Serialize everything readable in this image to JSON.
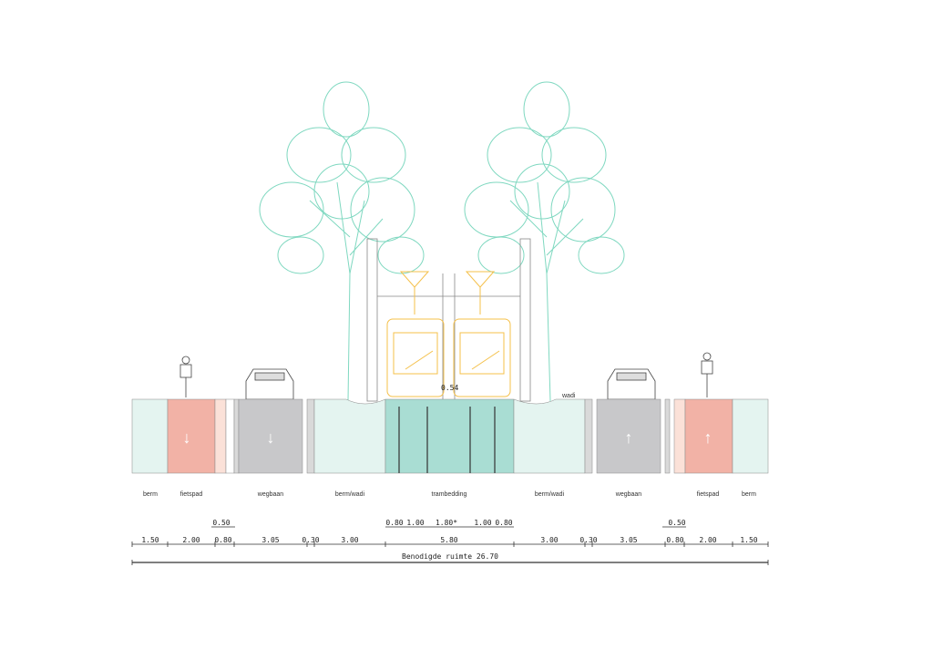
{
  "labels": {
    "berm_left": "berm",
    "fietspad_left": "fietspad",
    "wegbaan_left": "wegbaan",
    "bermwadi_left": "berm/wadi",
    "trambedding": "trambedding",
    "bermwadi_right": "berm/wadi",
    "wegbaan_right": "wegbaan",
    "fietspad_right": "fietspad",
    "berm_right": "berm",
    "wadi": "wadi",
    "tram_gap": "0.54"
  },
  "dimensions": {
    "upper_left": "0.50",
    "upper_right": "0.50",
    "tram_upper": [
      "0.80",
      "1.00",
      "1.80*",
      "1.00",
      "0.80"
    ],
    "main": [
      "1.50",
      "2.00",
      "0.80",
      "3.05",
      "0.30",
      "3.00",
      "5.80",
      "3.00",
      "0.30",
      "3.05",
      "0.80",
      "2.00",
      "1.50"
    ],
    "total": "Benodigde ruimte 26.70"
  },
  "colors": {
    "berm": "#e4f4f0",
    "fietspad": "#f2b2a6",
    "wegbaan": "#c8c8ca",
    "trambedding": "#a9ddd3",
    "tree": "#7fd8c0",
    "tram": "#f5c04a"
  }
}
